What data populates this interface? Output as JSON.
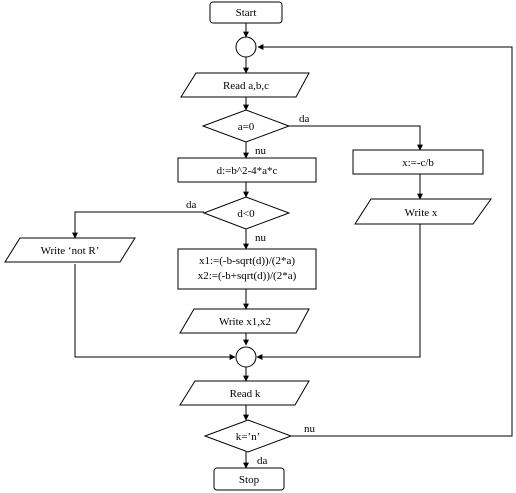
{
  "colors": {
    "stroke": "#000000",
    "fill": "#ffffff",
    "text": "#000000"
  },
  "nodes": {
    "start": "Start",
    "read_abc": "Read a,b,c",
    "cond_a0": "a=0",
    "calc_d": "d:=b^2-4*a*c",
    "cond_d": "d<0",
    "write_notr": "Write ‘not R’",
    "calc_x1": "x1:=(-b-sqrt(d))/(2*a)",
    "calc_x2": "x2:=(-b+sqrt(d))/(2*a)",
    "write_x1x2": "Write x1,x2",
    "calc_x": "x:=-c/b",
    "write_x": "Write x",
    "read_k": "Read k",
    "cond_k": "k=’n’",
    "stop": "Stop"
  },
  "edge_labels": {
    "a0_yes": "da",
    "a0_no": "nu",
    "d_yes": "da",
    "d_no": "nu",
    "k_yes": "da",
    "k_no": "nu"
  }
}
